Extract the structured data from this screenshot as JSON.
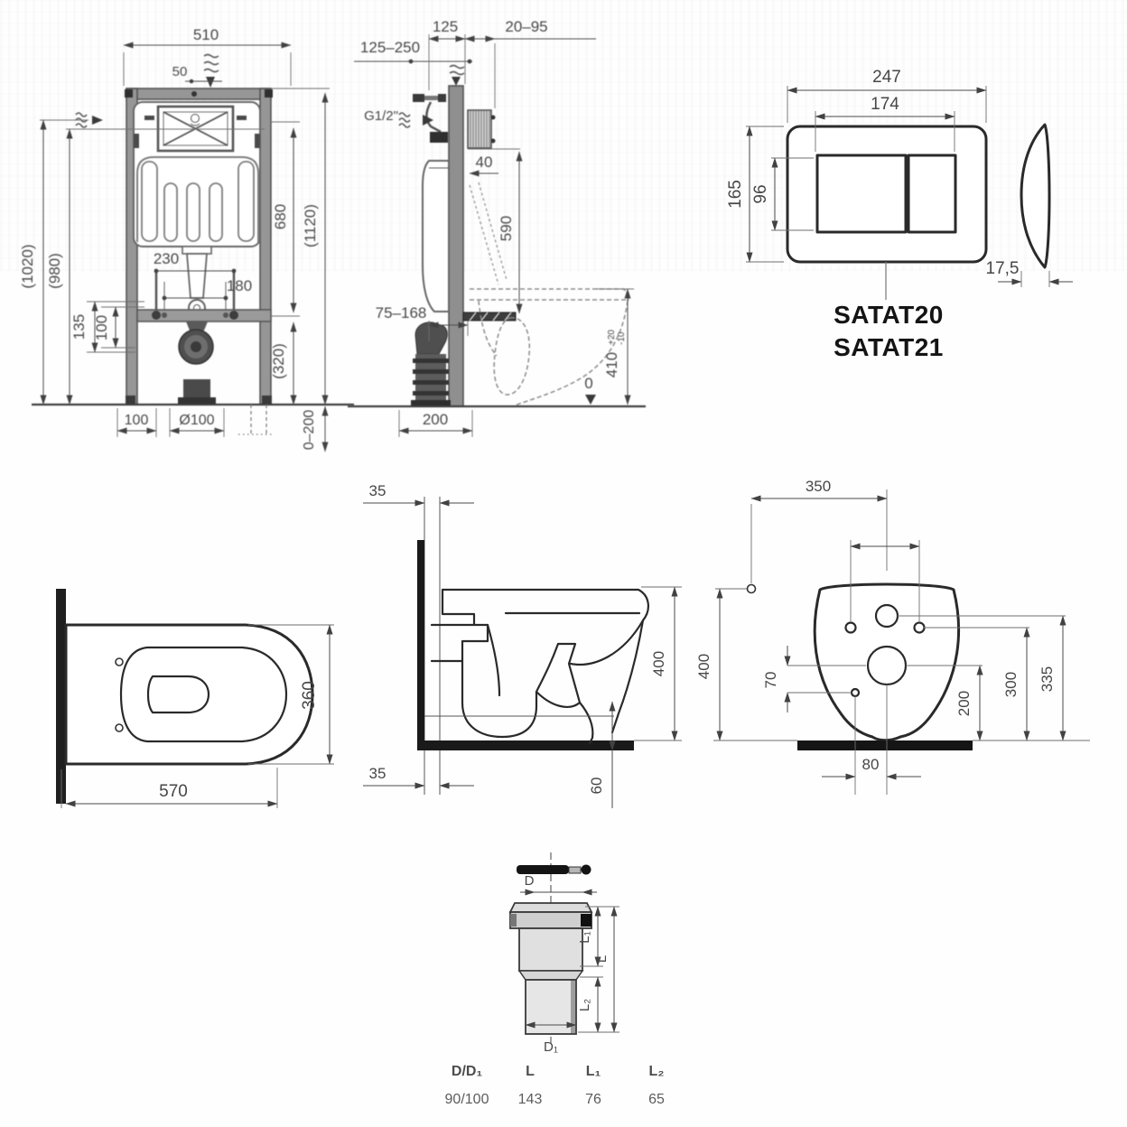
{
  "models": {
    "primary": "SATAT20",
    "secondary": "SATAT21"
  },
  "frame_front_view": {
    "width_total": "510",
    "pipe_offset": "50",
    "height_1020": "(1020)",
    "height_980": "(980)",
    "height_680": "680",
    "height_1120": "(1120)",
    "rod_spacing_230": "230",
    "rod_spacing_180": "180",
    "height_135": "135",
    "height_100": "100",
    "height_320": "(320)",
    "base_offset_100": "100",
    "drain_diameter": "Ø100",
    "feet_range": "0–200"
  },
  "side_view": {
    "range_125_250": "125–250",
    "depth_125": "125",
    "range_20_95": "20–95",
    "inlet_thread": "G1/2\"",
    "depth_40": "40",
    "height_590": "590",
    "range_75_168": "75–168",
    "depth_200": "200",
    "height_410": "410",
    "tol_plus": "+20",
    "tol_minus": "-10",
    "datum_zero": "0"
  },
  "flush_plate": {
    "width": "247",
    "button_field_width": "174",
    "height": "165",
    "button_height": "96",
    "thickness": "17,5"
  },
  "bowl_top_view": {
    "length": "570",
    "width": "360"
  },
  "bowl_side_view": {
    "gap_top": "35",
    "gap_bottom": "35",
    "height": "400",
    "offset_60": "60"
  },
  "bowl_rear_view": {
    "fix_point_350": "350",
    "height_400": "400",
    "offset_70": "70",
    "height_200": "200",
    "height_300": "300",
    "height_335": "335",
    "offset_80": "80"
  },
  "connector": {
    "dim_d": "D",
    "dim_d1": "D₁",
    "dim_l": "L",
    "dim_l1": "L₁",
    "dim_l2": "L₂"
  },
  "connector_table": {
    "headers": [
      "D/D₁",
      "L",
      "L₁",
      "L₂"
    ],
    "values": [
      "90/100",
      "143",
      "76",
      "65"
    ]
  }
}
